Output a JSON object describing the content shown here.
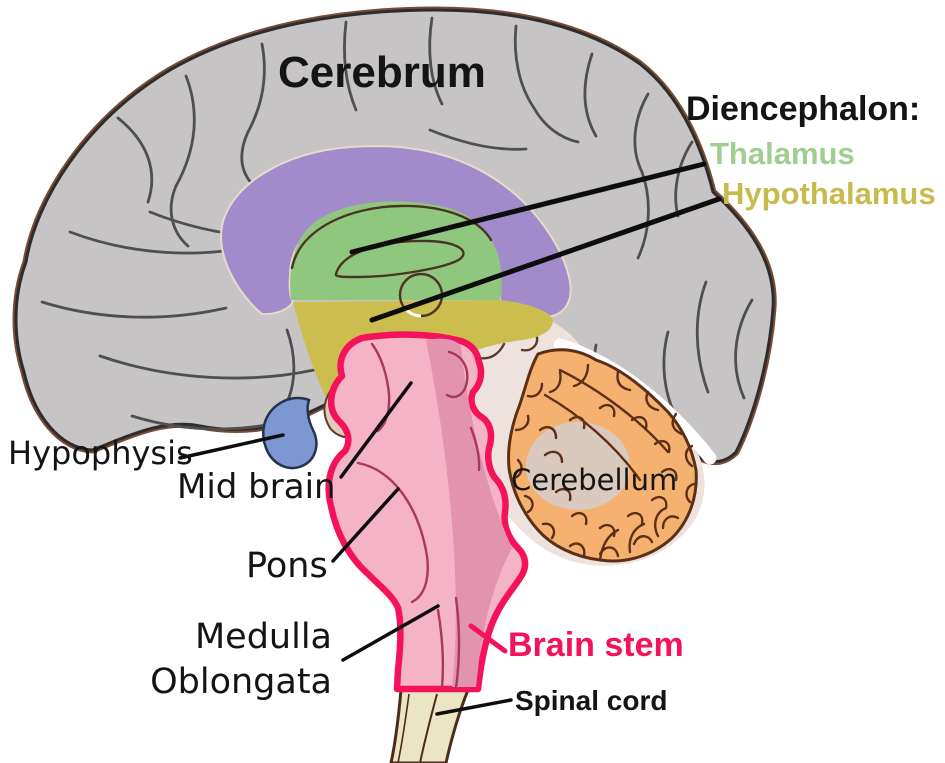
{
  "figure": {
    "type": "anatomy-diagram",
    "subject": "Human brain, mid-sagittal section with labeled regions"
  },
  "labels": {
    "cerebrum": "Cerebrum",
    "diencephalon": "Diencephalon:",
    "thalamus": "Thalamus",
    "hypothalamus": "Hypothalamus",
    "hypophysis": "Hypophysis",
    "midbrain": "Mid brain",
    "pons": "Pons",
    "medulla_line1": "Medulla",
    "medulla_line2": "Oblongata",
    "cerebellum": "Cerebellum",
    "brainstem": "Brain stem",
    "spinal_cord": "Spinal cord"
  },
  "colors": {
    "gray": "#C7C4C5",
    "gray_line": "#2E2D2D",
    "sulci": "#4F4F4F",
    "halo": "#7A4B35",
    "purple": "#A18BCB",
    "green": "#90C77E",
    "yellow": "#CBBE4F",
    "beige": "#EDE2DE",
    "beige_line": "#5C3B2B",
    "tan": "#E2CCBA",
    "orange": "#F5B170",
    "orange_line": "#5C3016",
    "core": "#D9C9BF",
    "pink": "#F4B3C6",
    "pink_dark": "#E293AE",
    "pink_line": "#A63A5B",
    "red": "#F4135B",
    "blue": "#7D97D3",
    "blue_line": "#26324E",
    "cream": "#EAE5C3",
    "cream_line": "#4A2B1C",
    "ink": "#141414",
    "label_green": "#9FCE90",
    "label_yellow": "#C8BB4D"
  }
}
